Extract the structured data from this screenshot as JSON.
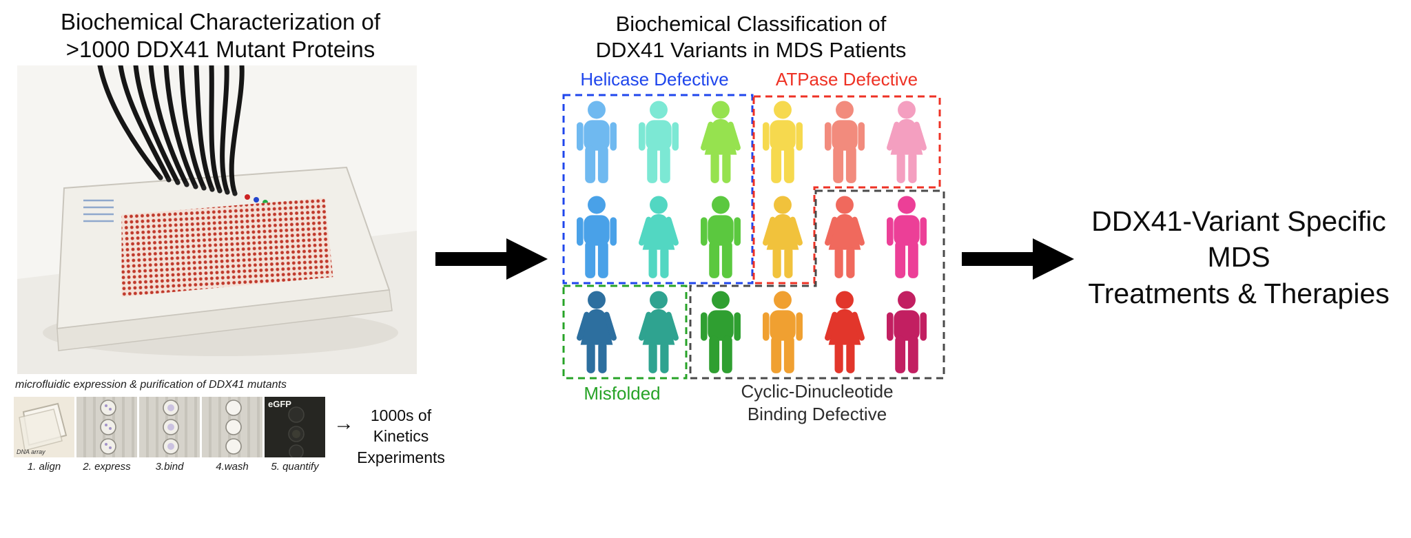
{
  "left_panel": {
    "title_line1": "Biochemical Characterization of",
    "title_line2": ">1000 DDX41 Mutant Proteins",
    "workflow_caption": "microfluidic expression & purification of DDX41 mutants",
    "workflow_steps": [
      "1. align",
      "2. express",
      "3.bind",
      "4.wash",
      "5. quantify"
    ],
    "dna_array_label": "DNA array",
    "egfp_label": "eGFP",
    "small_arrow_glyph": "→",
    "kinetics_caption_line1": "1000s of",
    "kinetics_caption_line2": "Kinetics",
    "kinetics_caption_line3": "Experiments"
  },
  "middle_panel": {
    "title_line1": "Biochemical Classification of",
    "title_line2": "DDX41 Variants in MDS Patients",
    "groups": {
      "helicase": {
        "label": "Helicase Defective",
        "color": "#1f46ec"
      },
      "atpase": {
        "label": "ATPase Defective",
        "color": "#ee3124"
      },
      "misfolded": {
        "label": "Misfolded",
        "color": "#27a327"
      },
      "cdn": {
        "label_line1": "Cyclic-Dinucleotide",
        "label_line2": "Binding Defective",
        "color": "#4a4a4a"
      }
    },
    "people": [
      {
        "row": 0,
        "col": 0,
        "icon": "male",
        "group": "helicase",
        "color": "#6fb9f0"
      },
      {
        "row": 0,
        "col": 1,
        "icon": "male",
        "group": "helicase",
        "color": "#7ce8d4"
      },
      {
        "row": 0,
        "col": 2,
        "icon": "female",
        "group": "helicase",
        "color": "#96e24f"
      },
      {
        "row": 0,
        "col": 3,
        "icon": "male",
        "group": "atpase",
        "color": "#f6d94e"
      },
      {
        "row": 0,
        "col": 4,
        "icon": "male",
        "group": "atpase",
        "color": "#f28b7d"
      },
      {
        "row": 0,
        "col": 5,
        "icon": "female",
        "group": "atpase",
        "color": "#f49fc0"
      },
      {
        "row": 1,
        "col": 0,
        "icon": "male",
        "group": "helicase",
        "color": "#49a1e8"
      },
      {
        "row": 1,
        "col": 1,
        "icon": "female",
        "group": "helicase",
        "color": "#52d7c2"
      },
      {
        "row": 1,
        "col": 2,
        "icon": "male",
        "group": "helicase",
        "color": "#5bc83f"
      },
      {
        "row": 1,
        "col": 3,
        "icon": "female",
        "group": "atpase",
        "color": "#f1c23c"
      },
      {
        "row": 1,
        "col": 4,
        "icon": "female",
        "group": "cdn",
        "color": "#f0695d"
      },
      {
        "row": 1,
        "col": 5,
        "icon": "male",
        "group": "cdn",
        "color": "#ec3f97"
      },
      {
        "row": 2,
        "col": 0,
        "icon": "female",
        "group": "misfolded",
        "color": "#2d6f9f"
      },
      {
        "row": 2,
        "col": 1,
        "icon": "female",
        "group": "misfolded",
        "color": "#2fa390"
      },
      {
        "row": 2,
        "col": 2,
        "icon": "male",
        "group": "cdn",
        "color": "#2f9f31"
      },
      {
        "row": 2,
        "col": 3,
        "icon": "male",
        "group": "cdn",
        "color": "#f0a031"
      },
      {
        "row": 2,
        "col": 4,
        "icon": "female",
        "group": "cdn",
        "color": "#e2362b"
      },
      {
        "row": 2,
        "col": 5,
        "icon": "male",
        "group": "cdn",
        "color": "#c21f61"
      }
    ]
  },
  "right_panel": {
    "title_line1": "DDX41-Variant Specific",
    "title_line2": "MDS",
    "title_line3": "Treatments & Therapies"
  }
}
